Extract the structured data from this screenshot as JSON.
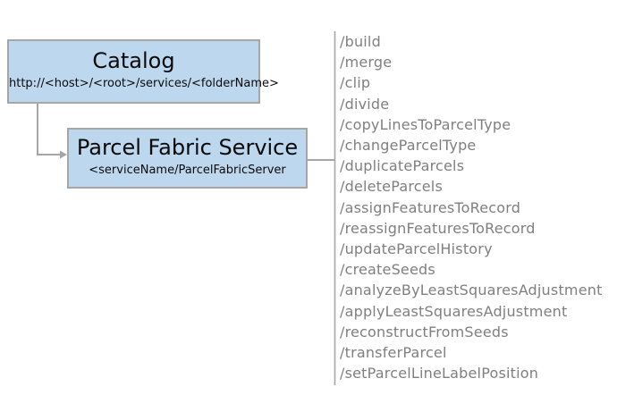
{
  "catalog_box": {
    "title": "Catalog",
    "subtitle": "http://<host>/<root>/services/<folderName>"
  },
  "service_box": {
    "title": "Parcel Fabric Service",
    "subtitle": "<serviceName/ParcelFabricServer"
  },
  "endpoints": [
    "/build",
    "/merge",
    "/clip",
    "/divide",
    "/copyLinesToParcelType",
    "/changeParcelType",
    "/duplicateParcels",
    "/deleteParcels",
    "/assignFeaturesToRecord",
    "/reassignFeaturesToRecord",
    "/updateParcelHistory",
    "/createSeeds",
    "/analyzeByLeastSquaresAdjustment",
    "/applyLeastSquaresAdjustment",
    "/reconstructFromSeeds",
    "/transferParcel",
    "/setParcelLineLabelPosition"
  ],
  "colors": {
    "box_fill": "#bdd7ee",
    "box_border": "#a6a6a6",
    "connector": "#a6a6a6",
    "endpoint_text": "#7f7f7f",
    "title_text": "#0a0a0a"
  }
}
